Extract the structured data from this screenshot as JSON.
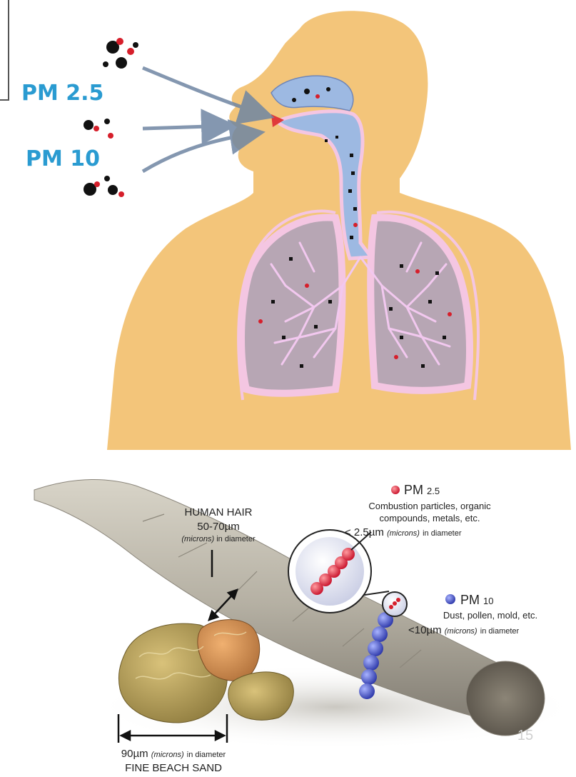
{
  "top": {
    "pm25_label": "PM 2.5",
    "pm10_label": "PM 10"
  },
  "bottom": {
    "hair": {
      "title": "HUMAN HAIR",
      "size": "50-70µm",
      "note_italic": "(microns)",
      "note_rest": "in diameter"
    },
    "pm25": {
      "title_main": "PM",
      "title_sub": "2.5",
      "line1": "Combustion particles, organic",
      "line2": "compounds, metals, etc.",
      "size": "< 2.5µm",
      "note_italic": "(microns)",
      "note_rest": "in diameter"
    },
    "pm10": {
      "title_main": "PM",
      "title_sub": "10",
      "line1": "Dust, pollen, mold, etc.",
      "size": "<10µm",
      "note_italic": "(microns)",
      "note_rest": "in diameter"
    },
    "sand": {
      "size": "90µm",
      "note_italic": "(microns)",
      "note_rest": "in diameter",
      "title": "FINE BEACH SAND"
    },
    "slide_number": "15"
  },
  "colors": {
    "skin": "#f3c57a",
    "airway": "#9db9e2",
    "lung": "#b7a6b4",
    "lung_outline": "#f4c6e2",
    "pm_label": "#2a9bd1",
    "particle_red": "#d61f2b",
    "particle_blue": "#3b47b8",
    "hair": "#b9b4a8"
  }
}
